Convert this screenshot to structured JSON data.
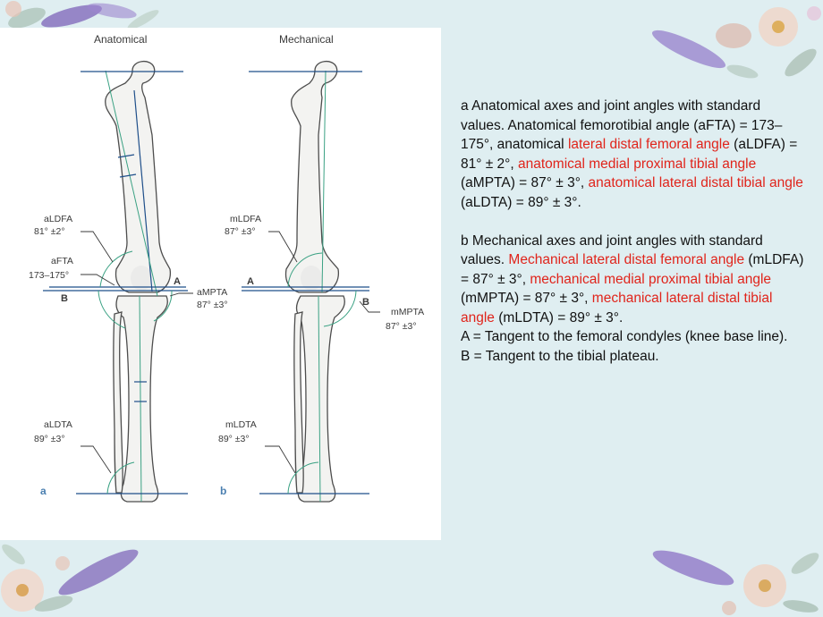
{
  "figure": {
    "panel_a": {
      "title": "Anatomical",
      "letter": "a",
      "line_a": "A",
      "line_b": "B",
      "aLDFA": {
        "name": "aLDFA",
        "value": "81° ±2°"
      },
      "aFTA": {
        "name": "aFTA",
        "value": "173–175°"
      },
      "aMPTA": {
        "name": "aMPTA",
        "value": "87° ±3°"
      },
      "aLDTA": {
        "name": "aLDTA",
        "value": "89° ±3°"
      }
    },
    "panel_b": {
      "title": "Mechanical",
      "letter": "b",
      "line_a": "A",
      "line_b": "B",
      "mLDFA": {
        "name": "mLDFA",
        "value": "87° ±3°"
      },
      "mMPTA": {
        "name": "mMPTA",
        "value": "87° ±3°"
      },
      "mLDTA": {
        "name": "mLDTA",
        "value": "89° ±3°"
      }
    }
  },
  "caption": {
    "a": [
      {
        "text": "a  Anatomical axes and joint angles with standard values. Anatomical femorotibial angle (aFTA) = 173–175°, anatomical ",
        "red": false
      },
      {
        "text": "lateral distal femoral angle",
        "red": true
      },
      {
        "text": " (aLDFA) = 81° ± 2°, ",
        "red": false
      },
      {
        "text": "anatomical medial proximal tibial angle",
        "red": true
      },
      {
        "text": " (aMPTA) = 87° ± 3°, ",
        "red": false
      },
      {
        "text": "anatomical lateral distal tibial angle",
        "red": true
      },
      {
        "text": " (aLDTA) = 89° ± 3°.",
        "red": false
      }
    ],
    "b": [
      {
        "text": "b  Mechanical axes and joint angles with standard values. ",
        "red": false
      },
      {
        "text": "Mechanical lateral distal femoral angle",
        "red": true
      },
      {
        "text": " (mLDFA) = 87° ± 3°, ",
        "red": false
      },
      {
        "text": "mechanical medial proximal tibial angle",
        "red": true
      },
      {
        "text": " (mMPTA) = 87° ± 3°, ",
        "red": false
      },
      {
        "text": "mechanical lateral distal tibial angle",
        "red": true
      },
      {
        "text": " (mLDTA) = 89° ± 3°.",
        "red": false
      }
    ],
    "line_a_def": "A = Tangent to the femoral condyles (knee base line).",
    "line_b_def": "B = Tangent to the tibial plateau."
  },
  "colors": {
    "background": "#dfeef1",
    "highlight": "#e0241b",
    "axis_blue": "#1f4f8a",
    "axis_green": "#3aa183",
    "panel_letter": "#4a7fb0"
  }
}
